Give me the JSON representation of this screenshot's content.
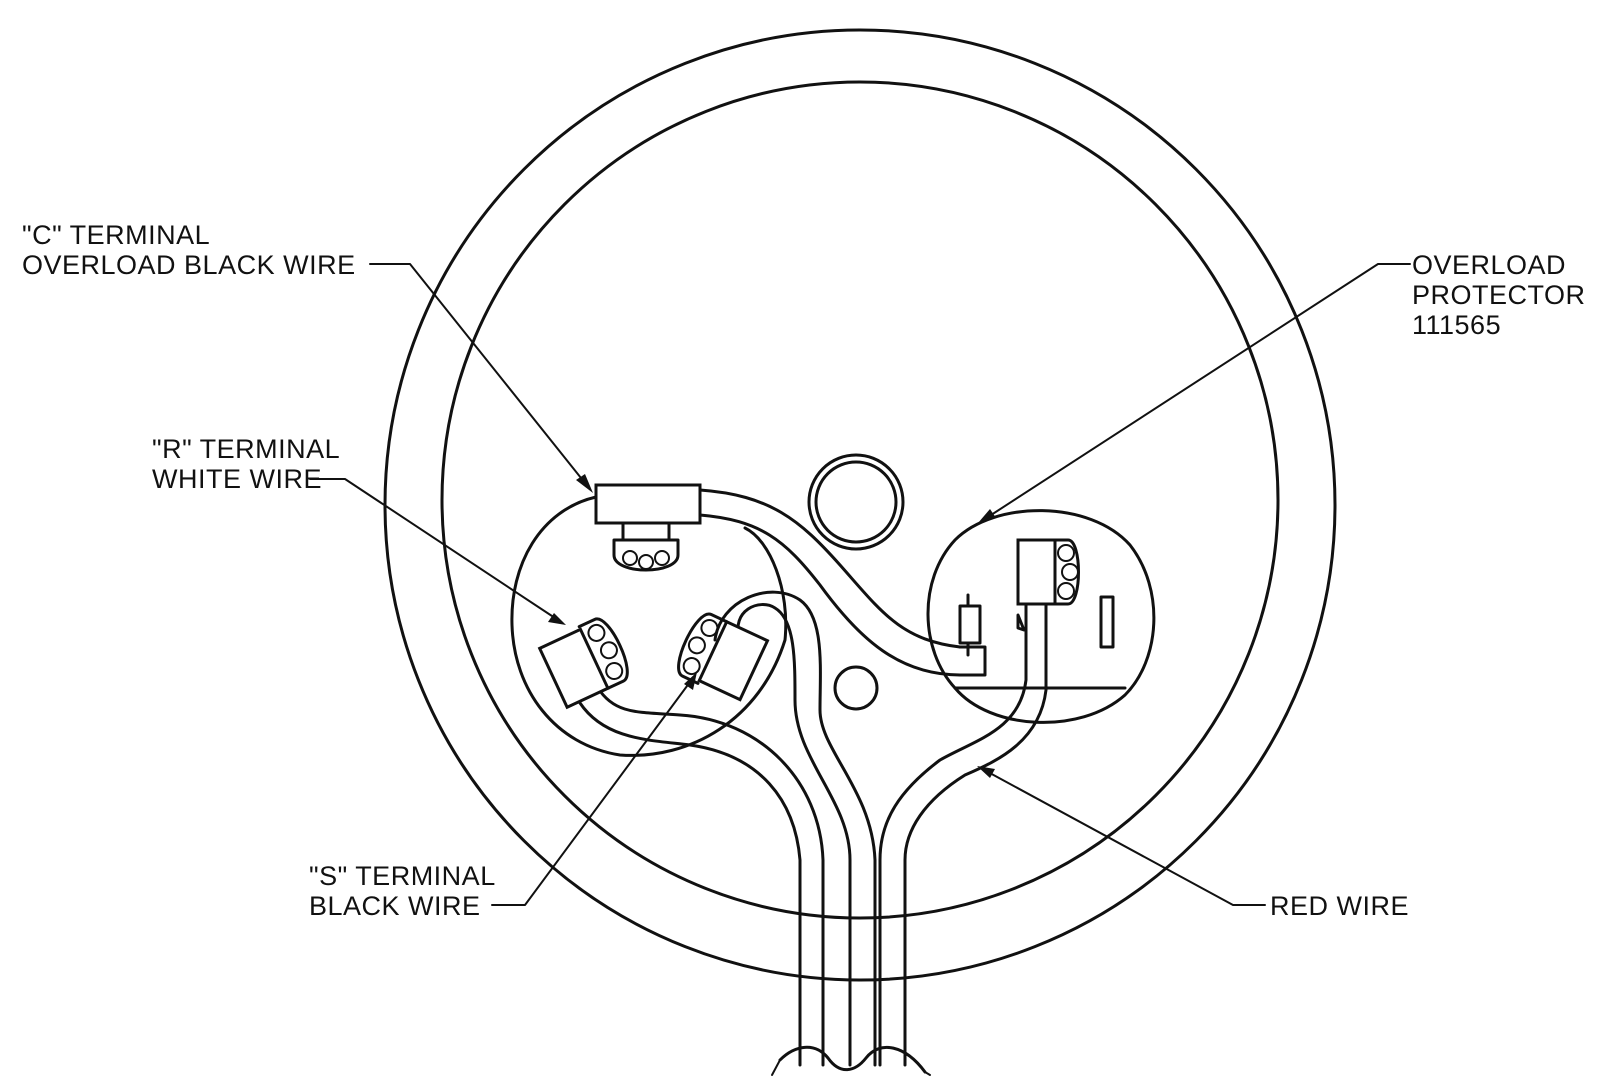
{
  "labels": {
    "c_terminal": {
      "line1": "\"C\" TERMINAL",
      "line2": "OVERLOAD BLACK WIRE"
    },
    "r_terminal": {
      "line1": "\"R\" TERMINAL",
      "line2": "WHITE WIRE"
    },
    "s_terminal": {
      "line1": "\"S\" TERMINAL",
      "line2": "BLACK WIRE"
    },
    "overload_protector": {
      "line1": "OVERLOAD",
      "line2": "PROTECTOR",
      "line3": "111565"
    },
    "red_wire": {
      "line1": "RED WIRE"
    }
  },
  "colors": {
    "line": "#111111",
    "background": "#ffffff"
  }
}
